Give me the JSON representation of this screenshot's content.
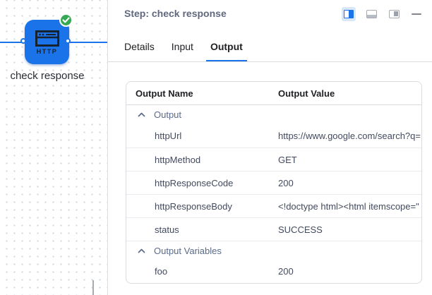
{
  "canvas": {
    "node_label": "check response",
    "node_type_label": "HTTP"
  },
  "header": {
    "title": "Step: check response"
  },
  "tabs": [
    {
      "label": "Details",
      "active": false
    },
    {
      "label": "Input",
      "active": false
    },
    {
      "label": "Output",
      "active": true
    }
  ],
  "table": {
    "columns": [
      "Output Name",
      "Output Value"
    ],
    "groups": [
      {
        "label": "Output",
        "rows": [
          {
            "name": "httpUrl",
            "value": "https://www.google.com/search?q="
          },
          {
            "name": "httpMethod",
            "value": "GET"
          },
          {
            "name": "httpResponseCode",
            "value": "200"
          },
          {
            "name": "httpResponseBody",
            "value": "<!doctype html><html itemscope=\""
          },
          {
            "name": "status",
            "value": "SUCCESS"
          }
        ]
      },
      {
        "label": "Output Variables",
        "rows": [
          {
            "name": "foo",
            "value": "200"
          }
        ]
      }
    ]
  },
  "icons": {
    "view_toggles": [
      "split-view-icon",
      "bottom-panel-icon",
      "right-panel-icon"
    ],
    "minimize": "minimize-icon",
    "group_collapse": "chevron-up-icon",
    "node_status": "check-icon",
    "node_type": "http-icon"
  },
  "colors": {
    "accent_blue": "#1a73e8",
    "success_green": "#34a853",
    "title_text": "#61687e",
    "table_text": "#424a5e",
    "group_label": "#5a6a8a",
    "border": "#dadce0"
  }
}
